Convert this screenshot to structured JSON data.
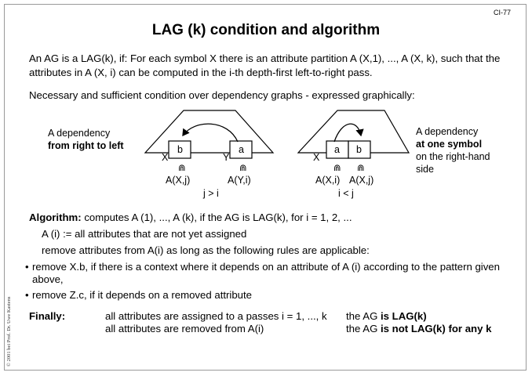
{
  "slide_id": "CI-77",
  "title": "LAG (k) condition and algorithm",
  "intro": "An AG is a LAG(k), if: For each symbol X there is an attribute partition A (X,1), ..., A (X, k), such that the attributes in A (X, i) can be computed in the i-th depth-first left-to-right pass.",
  "condition": "Necessary and sufficient condition over dependency graphs - expressed graphically:",
  "left_diagram": {
    "caption_line1": "A dependency",
    "caption_line2": "from right to left",
    "box_left": "b",
    "box_right": "a",
    "sym_left": "X",
    "sym_right": "Y",
    "member": "⋒",
    "set_left": "A(X,j)",
    "set_right": "A(Y,i)",
    "relation": "j > i"
  },
  "right_diagram": {
    "caption_line1": "A dependency",
    "caption_line2": "at one symbol",
    "caption_line3": "on the right-hand",
    "caption_line4": "side",
    "box_left": "a",
    "box_right": "b",
    "sym": "X",
    "member": "⋒",
    "set_left": "A(X,i)",
    "set_right": "A(X,j)",
    "relation": "i < j"
  },
  "algorithm": {
    "label": "Algorithm:",
    "text": " computes A (1), ..., A (k), if the AG is LAG(k), for  i = 1, 2, ...",
    "step1": "A (i) := all attributes that are not yet assigned",
    "step2": "remove attributes from A(i) as long as the following rules are applicable:",
    "bullet1": "remove X.b, if there is a context where it depends on an attribute of A (i) according to the pattern given above,",
    "bullet2": "remove Z.c, if it depends on a removed attribute",
    "bullet_mark": "•"
  },
  "finally": {
    "label": "Finally:",
    "line1": "all attributes are assigned to a passes i = 1, ..., k",
    "line2": "all attributes are removed from A(i)",
    "res1_pre": "the AG ",
    "res1_bold": "is LAG(k)",
    "res2_pre": "the AG ",
    "res2_bold": "is not LAG(k) for any k"
  },
  "copyright": "© 2001 bei Prof. Dr. Uwe Kastens"
}
